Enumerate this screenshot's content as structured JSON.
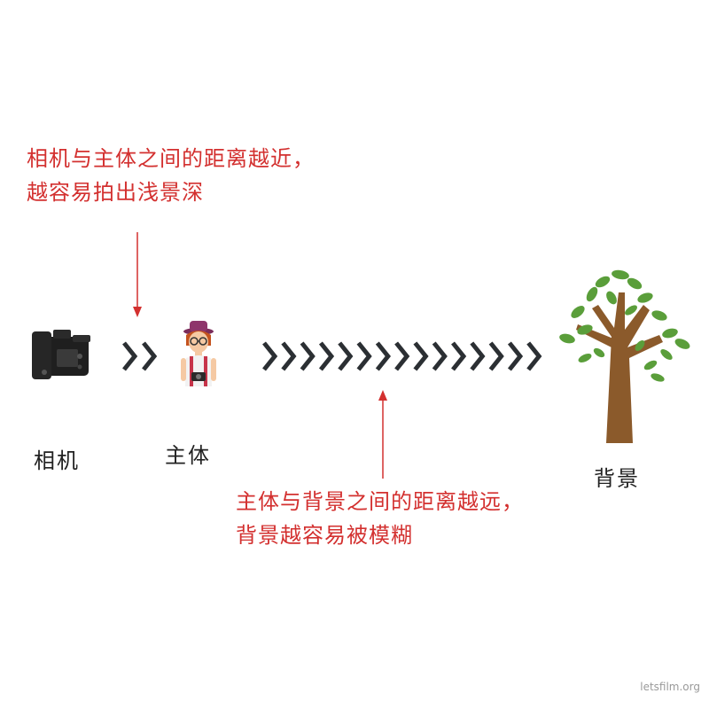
{
  "annotations": {
    "near": {
      "line1": "相机与主体之间的距离越近，",
      "line2": "越容易拍出浅景深"
    },
    "far": {
      "line1": "主体与背景之间的距离越远，",
      "line2": "背景越容易被模糊"
    }
  },
  "labels": {
    "camera": "相机",
    "subject": "主体",
    "background": "背景"
  },
  "chevrons": {
    "camera_to_subject": 2,
    "subject_to_background": 15
  },
  "colors": {
    "annotation": "#d3302f",
    "chevron": "#2b2f33",
    "tree_trunk": "#8b5a2b",
    "tree_leaves": "#5a9e3a",
    "camera_body": "#1f1f1f"
  },
  "icons": {
    "camera": "dslr-camera-icon",
    "subject": "photographer-icon",
    "background": "tree-icon"
  },
  "watermark": "letsfilm.org"
}
